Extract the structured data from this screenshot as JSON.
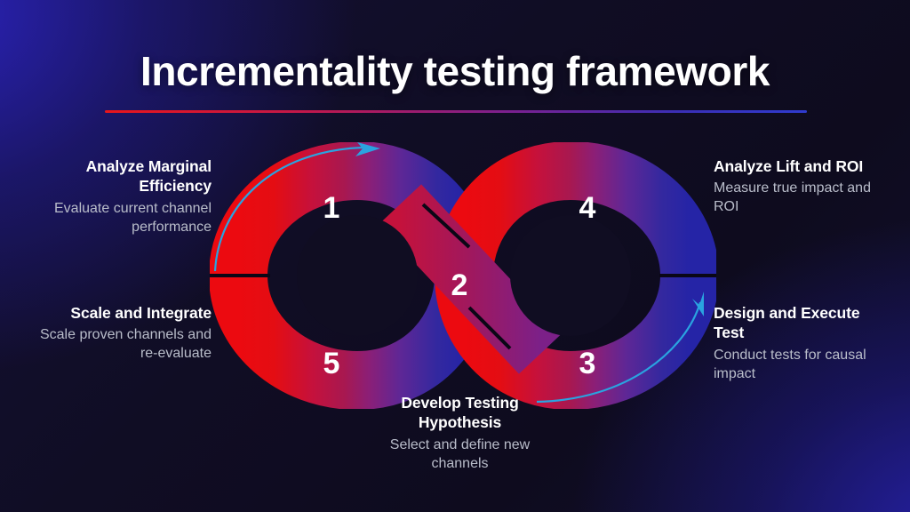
{
  "title": "Incrementality testing framework",
  "colors": {
    "background_dark": "#0e0b1e",
    "glow_blue": "#2a22b8",
    "loop_red": "#e60d12",
    "loop_crimson": "#b01447",
    "loop_magenta": "#8e2070",
    "loop_purple": "#5a2594",
    "loop_blue": "#2624a4",
    "arrow_cyan": "#2aa3e0",
    "heading_text": "#ffffff",
    "body_text": "#b9bdca",
    "separator": "#0b0818"
  },
  "diagram": {
    "shape": "infinity-loop",
    "steps": [
      {
        "number": "1",
        "heading": "Analyze Marginal Efficiency",
        "body": "Evaluate current channel performance",
        "position": "left-loop-top",
        "align": "right"
      },
      {
        "number": "2",
        "heading": "Develop Testing Hypothesis",
        "body": "Select and define new channels",
        "position": "center-crossing",
        "align": "center"
      },
      {
        "number": "3",
        "heading": "Design and Execute Test",
        "body": "Conduct tests for causal impact",
        "position": "right-loop-bottom",
        "align": "left"
      },
      {
        "number": "4",
        "heading": "Analyze Lift and ROI",
        "body": "Measure true impact and ROI",
        "position": "right-loop-top",
        "align": "left"
      },
      {
        "number": "5",
        "heading": "Scale and Integrate",
        "body": "Scale proven channels and re-evaluate",
        "position": "left-loop-bottom",
        "align": "right"
      }
    ],
    "arrows": [
      {
        "name": "left-loop-arrow",
        "direction": "clockwise-up-right"
      },
      {
        "name": "right-loop-arrow",
        "direction": "clockwise-up-right"
      }
    ]
  }
}
